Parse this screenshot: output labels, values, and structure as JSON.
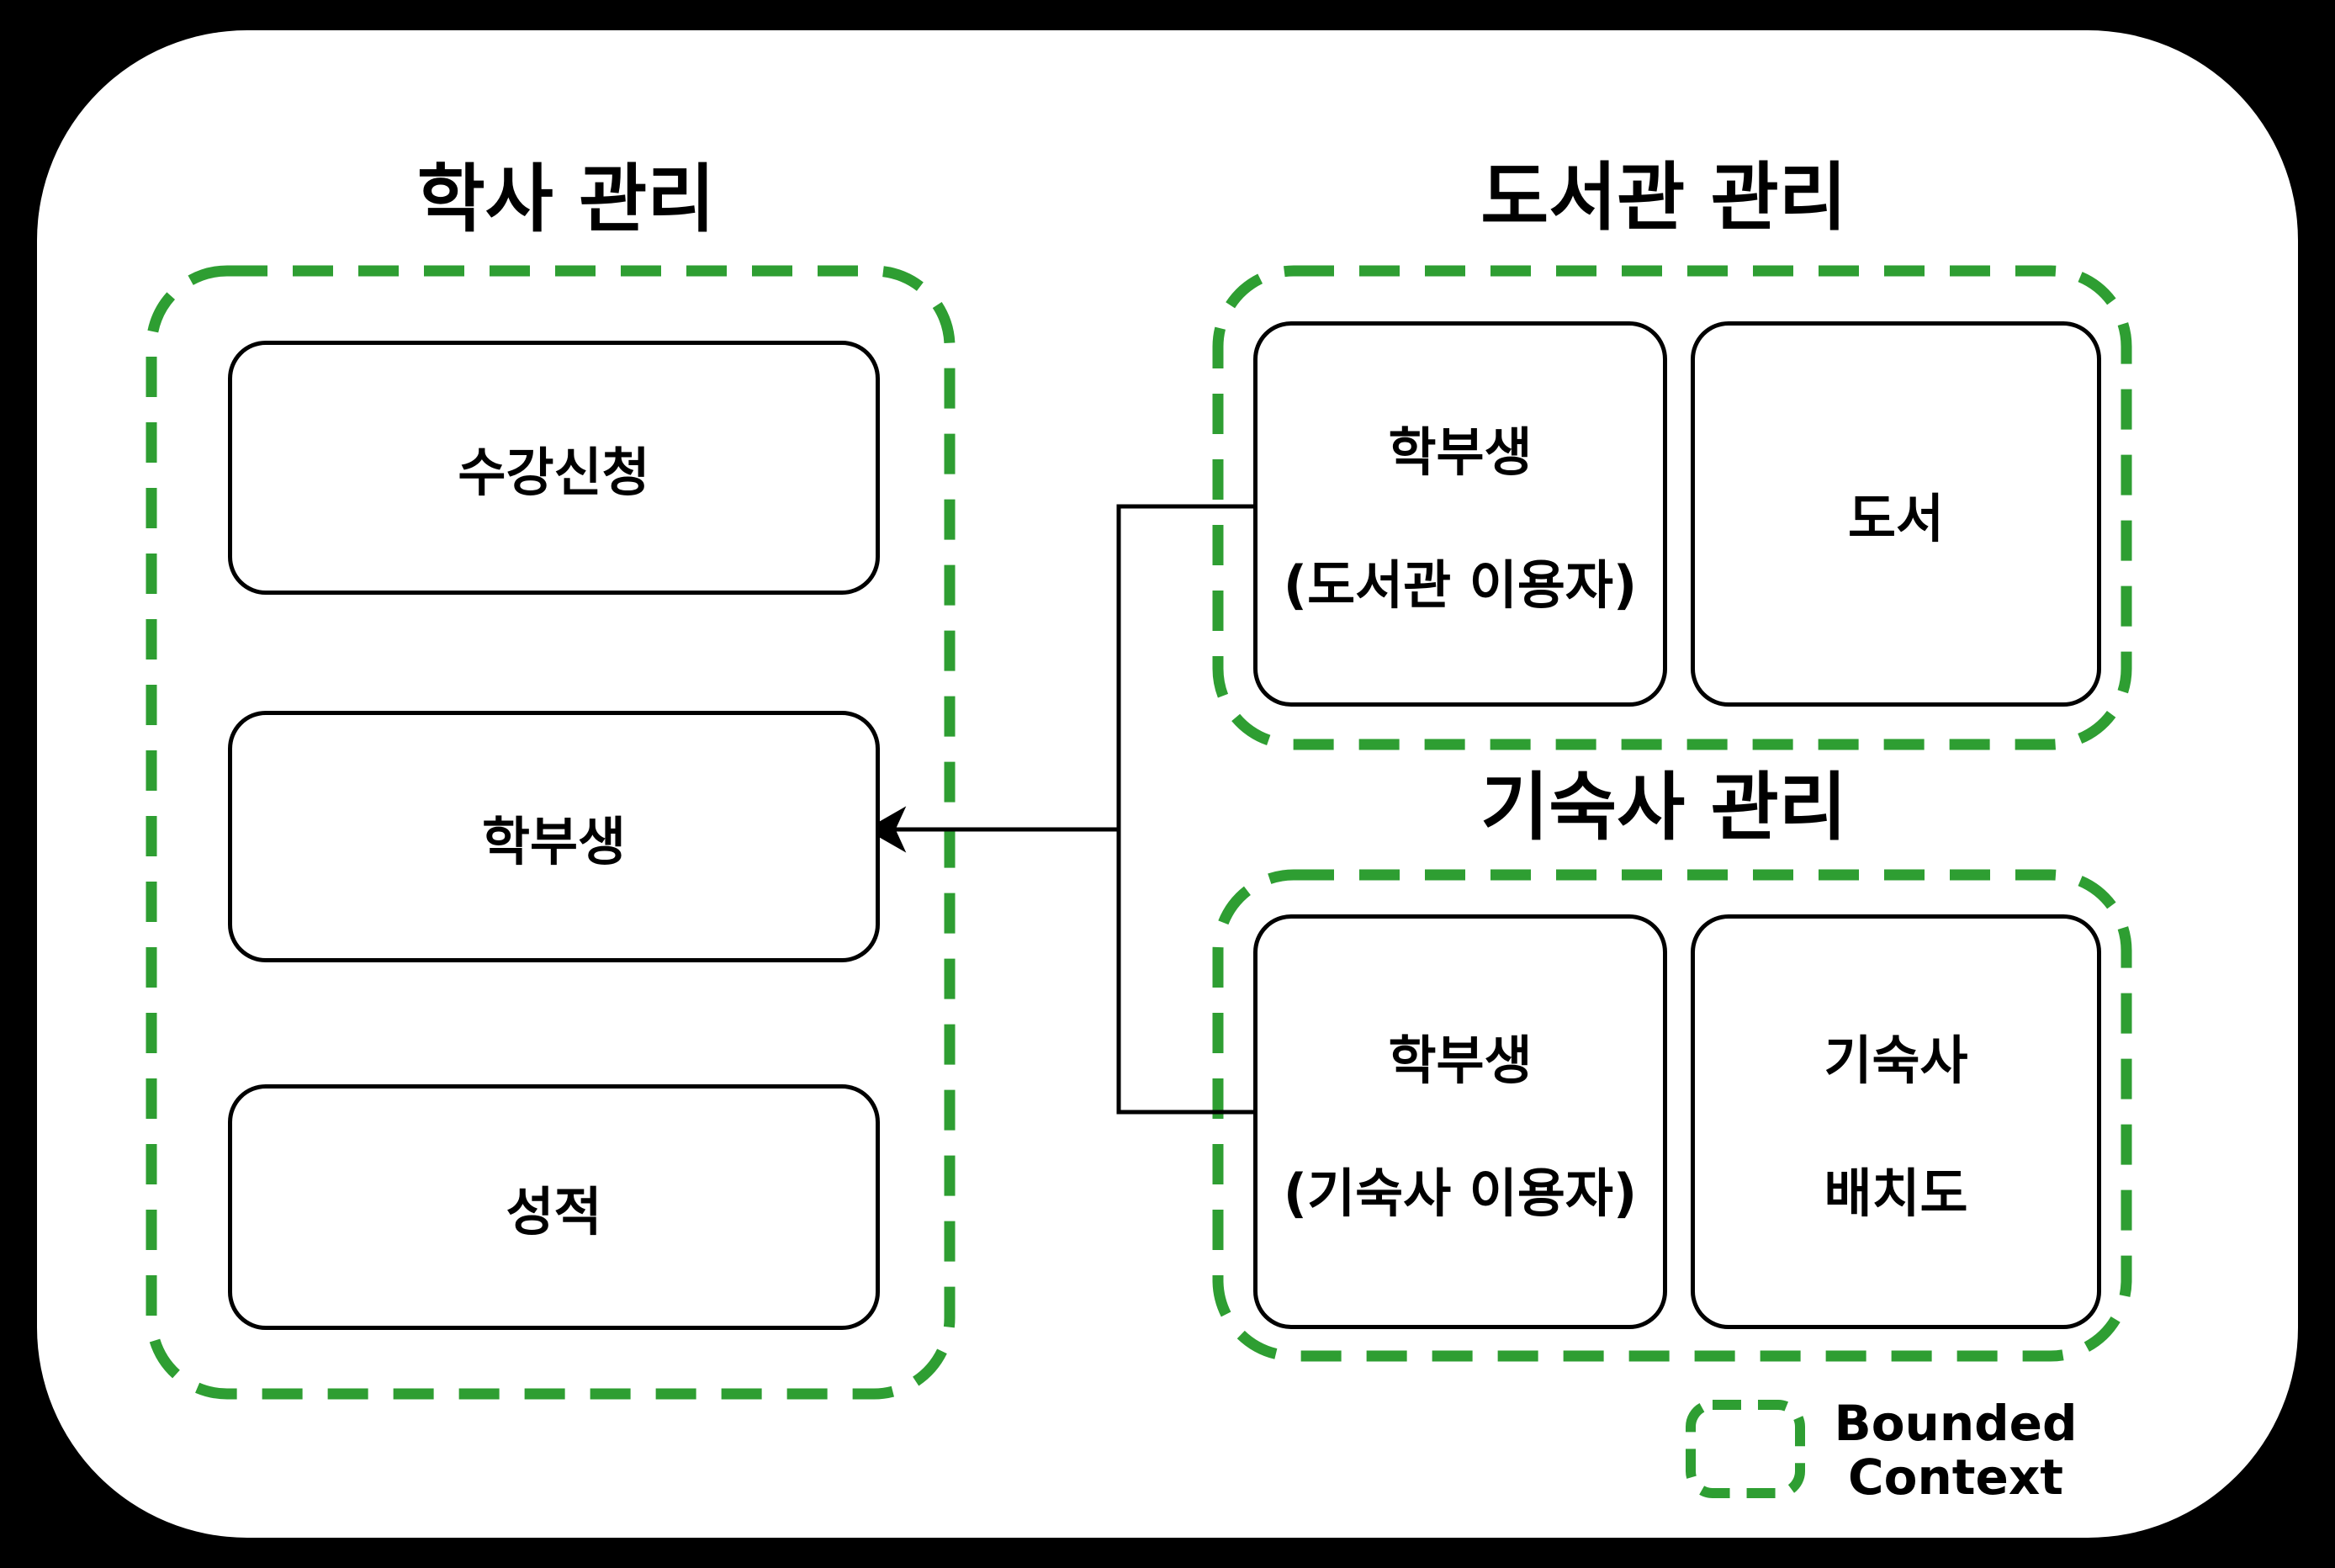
{
  "colors": {
    "page_background": "#000000",
    "canvas_background": "#ffffff",
    "bounded_context_green": "#2e9e32",
    "diagram_line": "#000000",
    "text": "#000000"
  },
  "sections": {
    "academic": {
      "title": "학사 관리",
      "boxes": [
        {
          "label": "수강신청"
        },
        {
          "label": "학부생"
        },
        {
          "label": "성적"
        }
      ]
    },
    "library": {
      "title": "도서관 관리",
      "student_box": {
        "line1": "학부생",
        "line2": "(도서관 이용자)"
      },
      "book_box": {
        "label": "도서"
      }
    },
    "dormitory": {
      "title": "기숙사 관리",
      "student_box": {
        "line1": "학부생",
        "line2": "(기숙사 이용자)"
      },
      "layout_box": {
        "line1": "기숙사",
        "line2": "배치도"
      }
    }
  },
  "legend": {
    "label_line1": "Bounded",
    "label_line2": "Context"
  }
}
